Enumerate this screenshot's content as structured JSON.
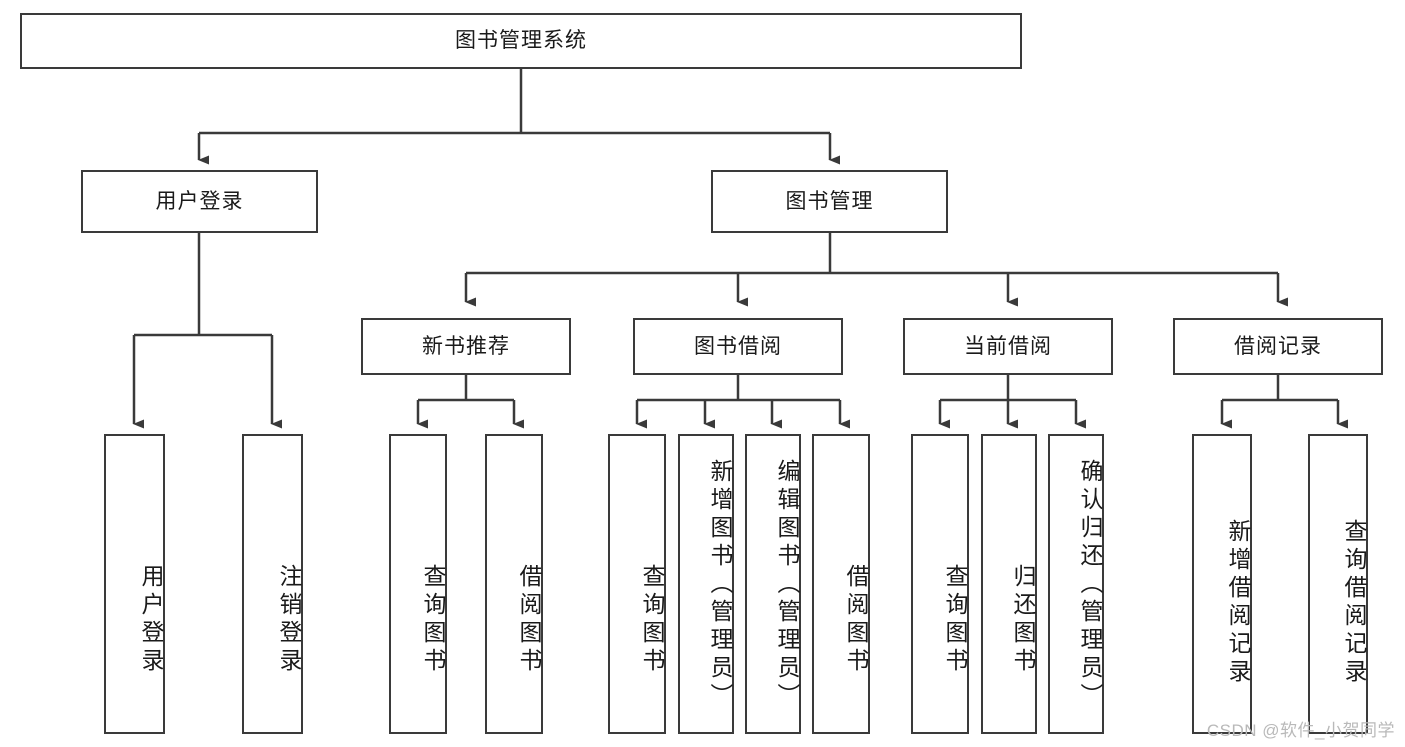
{
  "diagram": {
    "title": "图书管理系统",
    "type": "tree-hierarchy-diagram",
    "colors": {
      "box_border": "#3a3a3a",
      "box_fill": "#ffffff",
      "edge": "#3a3a3a",
      "text": "#1a1a1a",
      "watermark": "#b9b9b9",
      "background": "#ffffff"
    },
    "root": {
      "label": "图书管理系统"
    },
    "level2": [
      {
        "label": "用户登录"
      },
      {
        "label": "图书管理"
      }
    ],
    "level3": [
      {
        "label": "新书推荐"
      },
      {
        "label": "图书借阅"
      },
      {
        "label": "当前借阅"
      },
      {
        "label": "借阅记录"
      }
    ],
    "leaves": {
      "user_login": [
        {
          "label": "用户登录"
        },
        {
          "label": "注销登录"
        }
      ],
      "new_book_recommend": [
        {
          "label": "查询图书"
        },
        {
          "label": "借阅图书"
        }
      ],
      "book_borrow": [
        {
          "label": "查询图书"
        },
        {
          "label": "新增图书（管理员）"
        },
        {
          "label": "编辑图书（管理员）"
        },
        {
          "label": "借阅图书"
        }
      ],
      "current_borrow": [
        {
          "label": "查询图书"
        },
        {
          "label": "归还图书"
        },
        {
          "label": "确认归还（管理员）"
        }
      ],
      "borrow_record": [
        {
          "label": "新增借阅记录"
        },
        {
          "label": "查询借阅记录"
        }
      ]
    }
  },
  "watermark": {
    "text": "CSDN @软件_小贺同学"
  }
}
